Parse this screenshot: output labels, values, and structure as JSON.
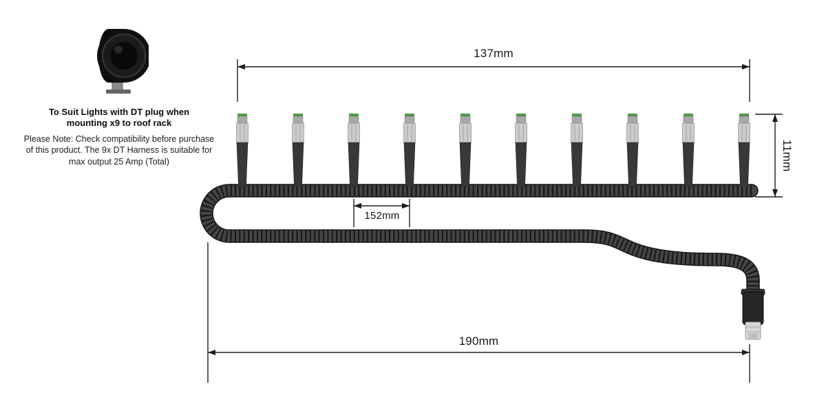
{
  "info": {
    "heading": "To Suit Lights with DT plug when mounting x9 to roof rack",
    "note": "Please Note: Check compatibility before purchase of this product. The 9x DT Harness is suitable for max output 25 Amp (Total)",
    "light_image": "round-driving-light-with-mounting-bracket"
  },
  "dimensions": {
    "overall_top": "137mm",
    "plug_height": "11mm",
    "plug_spacing": "152mm",
    "overall_bottom": "190mm"
  },
  "harness": {
    "plug_count": 10,
    "plug_type": "DT plug",
    "main_connector": "DT power connector",
    "colors": {
      "tube": "#454545",
      "tube_rib": "#191919",
      "boot": "#383838",
      "plug_body": "#cccccc",
      "plug_cap": "#a8a8a8",
      "plug_tip_green": "#4c9b44",
      "dimension_line": "#1d1d1d"
    }
  }
}
